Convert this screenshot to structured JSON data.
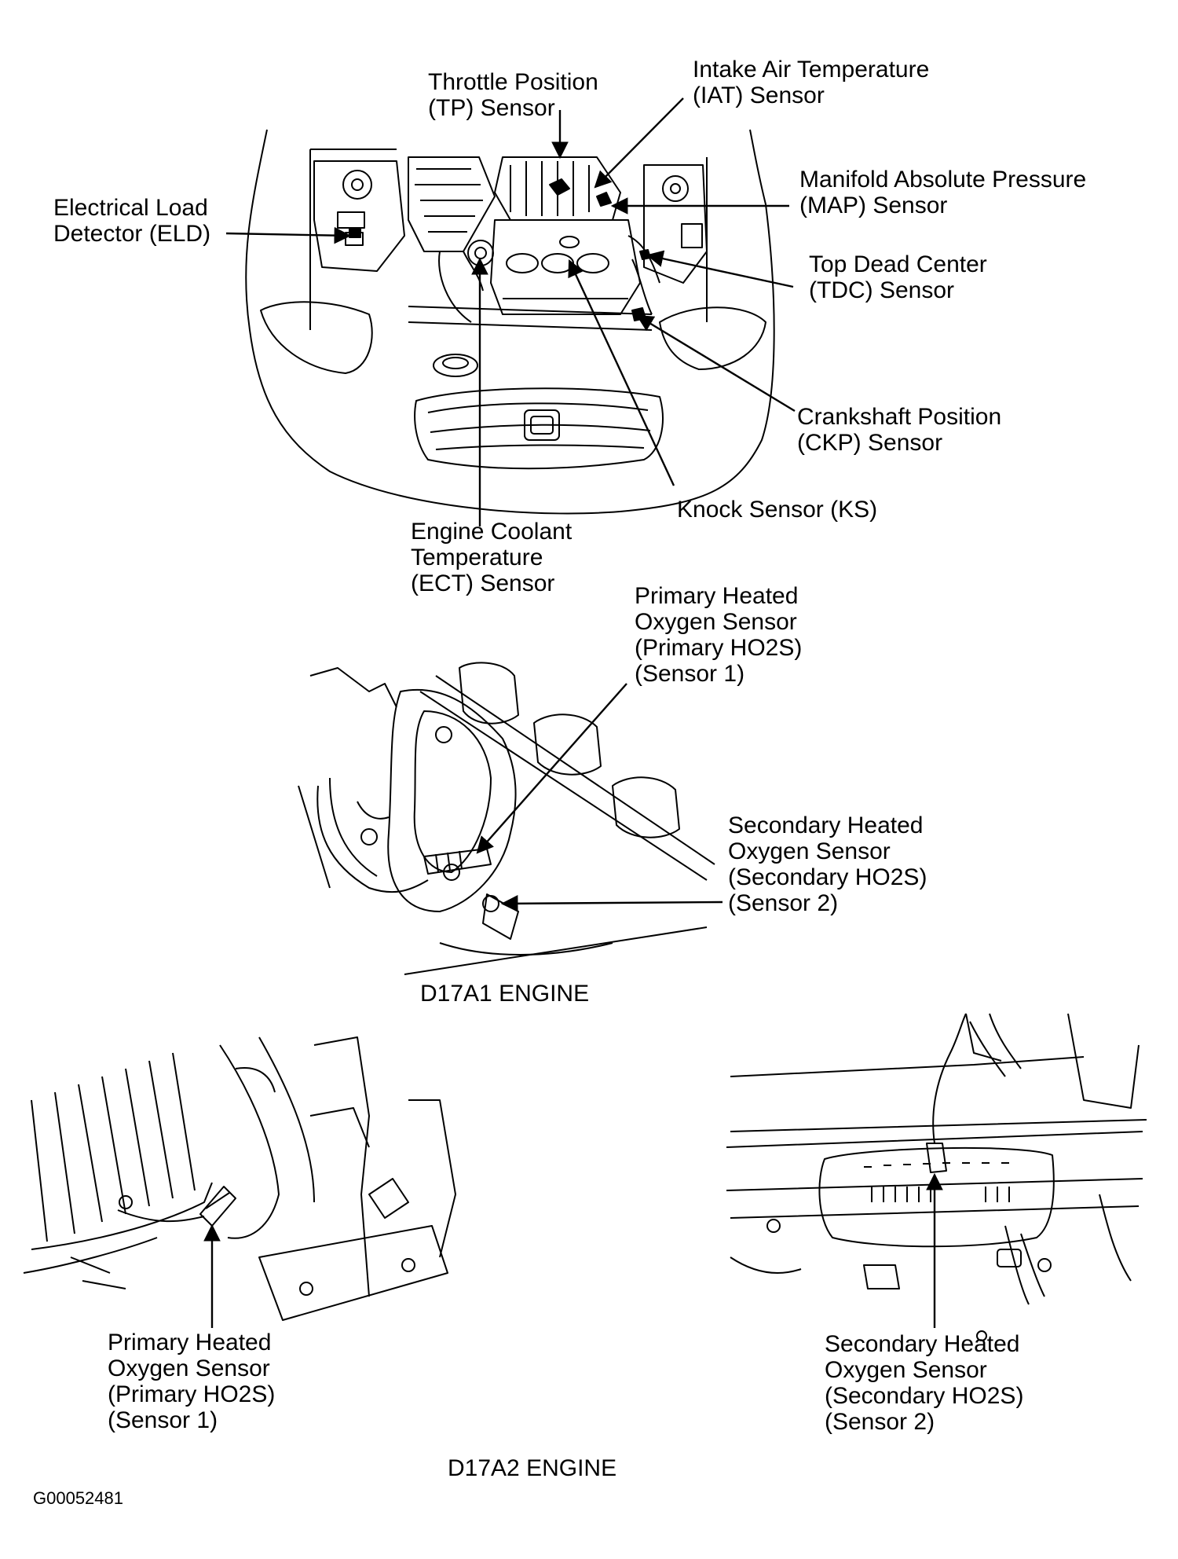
{
  "top_labels": {
    "throttle_position": [
      "Throttle Position",
      "(TP)  Sensor"
    ],
    "intake_air_temperature": [
      "Intake Air Temperature",
      "(IAT) Sensor"
    ],
    "manifold_absolute_pressure": [
      "Manifold Absolute Pressure",
      "(MAP) Sensor"
    ],
    "electrical_load_detector": [
      "Electrical Load",
      "Detector (ELD)"
    ],
    "top_dead_center": [
      "Top Dead Center",
      "(TDC) Sensor"
    ],
    "crankshaft_position": [
      "Crankshaft Position",
      "(CKP) Sensor"
    ],
    "knock_sensor": [
      "Knock Sensor (KS)"
    ],
    "engine_coolant_temperature": [
      "Engine Coolant",
      "Temperature",
      "(ECT) Sensor"
    ]
  },
  "d17a1": {
    "primary_ho2s": [
      "Primary Heated",
      "Oxygen Sensor",
      "(Primary HO2S)",
      "(Sensor 1)"
    ],
    "secondary_ho2s": [
      "Secondary Heated",
      "Oxygen Sensor",
      "(Secondary HO2S)",
      "(Sensor 2)"
    ],
    "caption": "D17A1 ENGINE"
  },
  "d17a2": {
    "primary_ho2s": [
      "Primary Heated",
      "Oxygen Sensor",
      "(Primary HO2S)",
      "(Sensor 1)"
    ],
    "secondary_ho2s": [
      "Secondary Heated",
      "Oxygen Sensor",
      "(Secondary HO2S)",
      "(Sensor 2)"
    ],
    "caption": "D17A2 ENGINE"
  },
  "figure_id": "G00052481"
}
